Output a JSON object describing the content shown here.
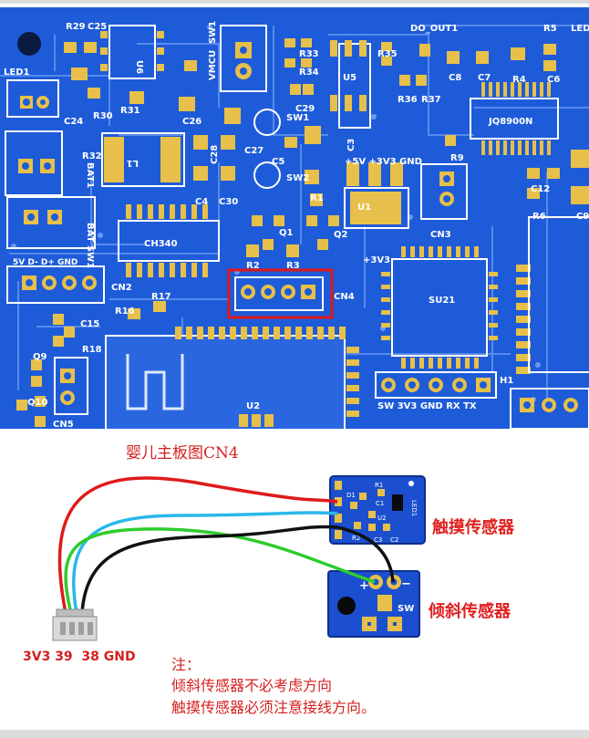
{
  "pcb": {
    "labels": {
      "led1": "LED1",
      "r29": "R29",
      "c25": "C25",
      "u6": "U6",
      "vmcu": "VMCU",
      "sw1_top": "SW1",
      "r33": "R33",
      "r34": "R34",
      "r35": "R35",
      "do_out1": "DO_OUT1",
      "r5": "R5",
      "led_right": "LED",
      "c8": "C8",
      "c7": "C7",
      "r4": "R4",
      "c6": "C6",
      "u5": "U5",
      "c29": "C29",
      "r36": "R36",
      "r37": "R37",
      "c24": "C24",
      "r30": "R30",
      "r31": "R31",
      "c26": "C26",
      "sw1": "SW1",
      "jq8900n": "JQ8900N",
      "c28": "C28",
      "c27": "C27",
      "c3": "C3",
      "r32": "R32",
      "bat1": "BAT1",
      "l1": "L1",
      "c5": "C5",
      "power": "+5V  +3V3  GND",
      "r9": "R9",
      "sw2": "SW2",
      "c12": "C12",
      "c4": "C4",
      "c30": "C30",
      "r1": "R1",
      "u1": "U1",
      "cn3": "CN3",
      "r6": "R6",
      "c9": "C9",
      "bat_sw1": "BAT SW1",
      "ch340": "CH340",
      "q1": "Q1",
      "q2": "Q2",
      "plus3v3": "+3V3",
      "usb_pins": "5V  D-  D+ GND",
      "r2": "R2",
      "r3": "R3",
      "cn2": "CN2",
      "r17": "R17",
      "cn4": "CN4",
      "su21": "SU21",
      "r16": "R16",
      "c15": "C15",
      "q9": "Q9",
      "r18": "R18",
      "q10": "Q10",
      "u2": "U2",
      "h1": "H1",
      "serial": "SW 3V3 GND RX  TX",
      "cn5": "CN5"
    }
  },
  "wiring": {
    "title": "婴儿主板图CN4",
    "touch_sensor_label": "触摸传感器",
    "tilt_sensor_label": "倾斜传感器",
    "pins_label": "3V3 39  38 GND",
    "wire_colors": {
      "red": "#e01a1a",
      "cyan": "#2ab8ea",
      "green": "#2ecc2e",
      "black": "#111111"
    },
    "touch_module": {
      "r1": "R1",
      "d1": "D1",
      "c1": "C1",
      "u2": "U2",
      "r2": "R2",
      "c3": "C3",
      "c2": "C2",
      "led1": "LED1"
    },
    "tilt_module": {
      "plus": "+",
      "minus": "−",
      "sw": "SW"
    },
    "note": {
      "heading": "注：",
      "line1": "倾斜传感器不必考虑方向",
      "line2": "触摸传感器必须注意接线方向。"
    }
  }
}
